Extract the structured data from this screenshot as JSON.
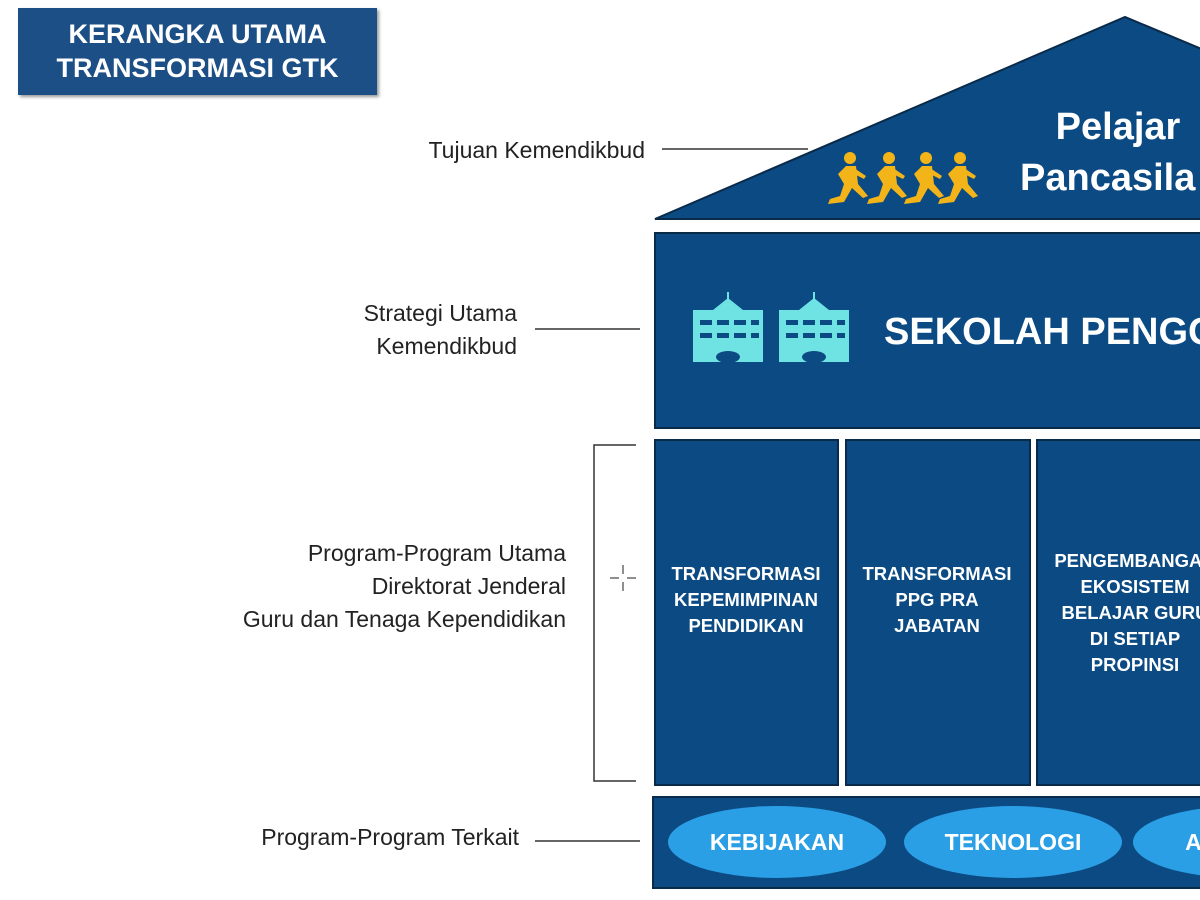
{
  "title": {
    "line1": "KERANGKA UTAMA",
    "line2": "TRANSFORMASI GTK"
  },
  "labels": {
    "goal": "Tujuan Kemendikbud",
    "strategy": [
      "Strategi Utama",
      "Kemendikbud"
    ],
    "programs": [
      "Program-Program Utama",
      "Direktorat Jenderal",
      "Guru dan Tenaga Kependidikan"
    ],
    "related": "Program-Program Terkait"
  },
  "roof": {
    "line1": "Pelajar",
    "line2": "Pancasila",
    "icon": "running-students-icon"
  },
  "strategy_band": {
    "text": "SEKOLAH PENGGERAK",
    "icon": "school-building-icon"
  },
  "pillars": [
    {
      "lines": [
        "TRANSFORMASI",
        "KEPEMIMPINAN",
        "PENDIDIKAN"
      ]
    },
    {
      "lines": [
        "TRANSFORMASI",
        "PPG PRA",
        "JABATAN"
      ]
    },
    {
      "lines": [
        "PENGEMBANGAN",
        "EKOSISTEM",
        "BELAJAR GURU",
        "DI SETIAP",
        "PROPINSI"
      ]
    }
  ],
  "foundation": [
    "KEBIJAKAN",
    "TEKNOLOGI",
    "ASESMEN"
  ],
  "colors": {
    "navy": "#0b4a82",
    "title": "#1c4f86",
    "ellipse": "#2b9fe6",
    "runner": "#f2b418",
    "school": "#6fe3e3"
  }
}
